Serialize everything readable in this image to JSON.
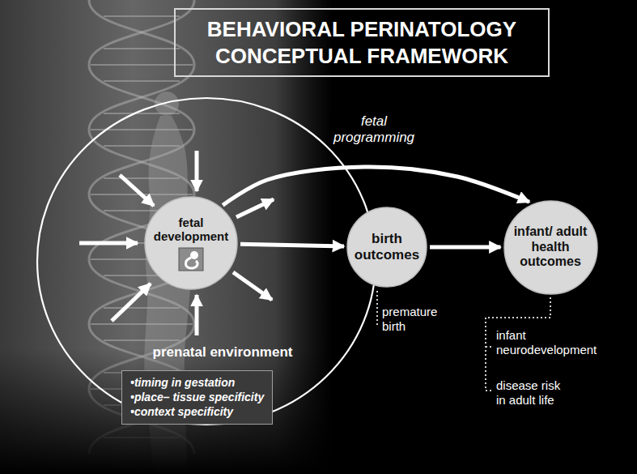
{
  "diagram": {
    "title": "BEHAVIORAL PERINATOLOGY CONCEPTUAL FRAMEWORK",
    "nodes": [
      {
        "text": [
          "prenatal environment"
        ]
      },
      {
        "text": [
          "fetal development"
        ],
        "in": 0
      },
      {
        "text": [
          "•timing in gestation",
          "•place– tissue specificity",
          "•context specificity"
        ],
        "in": 0
      },
      {
        "text": [
          "birth outcomes"
        ]
      },
      {
        "text": [
          "infant/ adult health outcomes"
        ]
      }
    ],
    "edges": [
      {
        "from": 1,
        "to": 3,
        "arrow": "to"
      },
      {
        "from": 3,
        "to": 4,
        "arrow": "to"
      },
      {
        "from": 1,
        "to": 4,
        "label": "fetal programming",
        "arrow": "to"
      }
    ],
    "labels": [
      "premature birth",
      "infant neurodevelopment",
      "disease risk in adult life"
    ]
  }
}
